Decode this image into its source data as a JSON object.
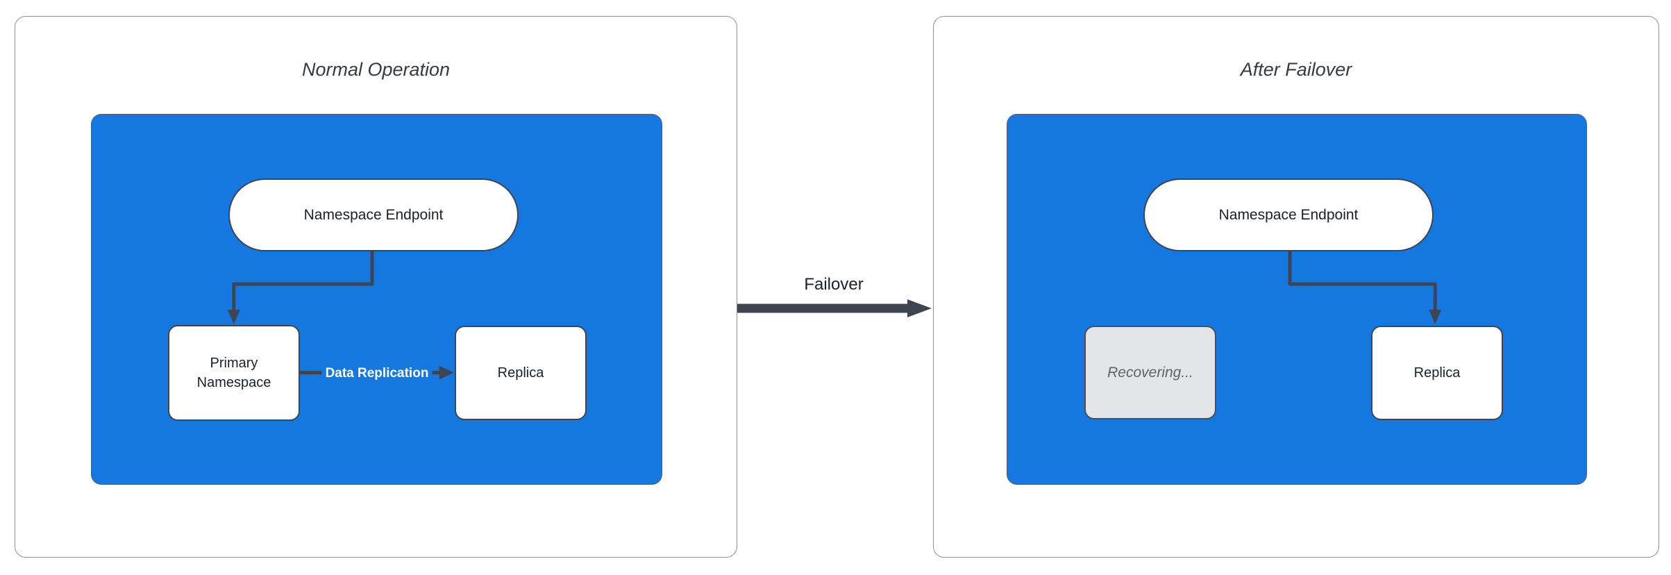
{
  "left_panel": {
    "title": "Normal Operation",
    "endpoint_label": "Namespace Endpoint",
    "primary_label": "Primary Namespace",
    "replica_label": "Replica",
    "replication_label": "Data Replication"
  },
  "right_panel": {
    "title": "After Failover",
    "endpoint_label": "Namespace Endpoint",
    "recovering_label": "Recovering...",
    "replica_label": "Replica"
  },
  "failover_label": "Failover",
  "colors": {
    "container_blue": "#1478e0",
    "container_edge": "#5a5e63",
    "node_bg": "#ffffff",
    "node_border": "#3f4550",
    "label_text": "#1b2028",
    "title_text": "#363b42",
    "recovering_bg": "#e3e5e8",
    "recovering_border": "#4a4f57",
    "recovering_text": "#5c636d",
    "arrow": "#3f4550",
    "replication_label_text": "#ffffff",
    "panel_border": "#8d9095"
  }
}
